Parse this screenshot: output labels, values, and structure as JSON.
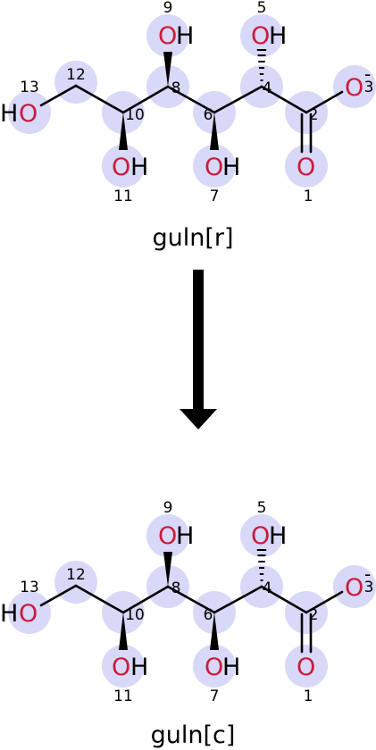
{
  "molecules": [
    {
      "caption": "guln[r]",
      "atom_numbers": [
        "1",
        "2",
        "3",
        "4",
        "5",
        "6",
        "7",
        "8",
        "9",
        "10",
        "11",
        "12",
        "13"
      ],
      "oxygen_symbol": "O",
      "hydrogen_symbol": "H",
      "charge": "-"
    },
    {
      "caption": "guln[c]",
      "atom_numbers": [
        "1",
        "2",
        "3",
        "4",
        "5",
        "6",
        "7",
        "8",
        "9",
        "10",
        "11",
        "12",
        "13"
      ],
      "oxygen_symbol": "O",
      "hydrogen_symbol": "H",
      "charge": "-"
    }
  ]
}
